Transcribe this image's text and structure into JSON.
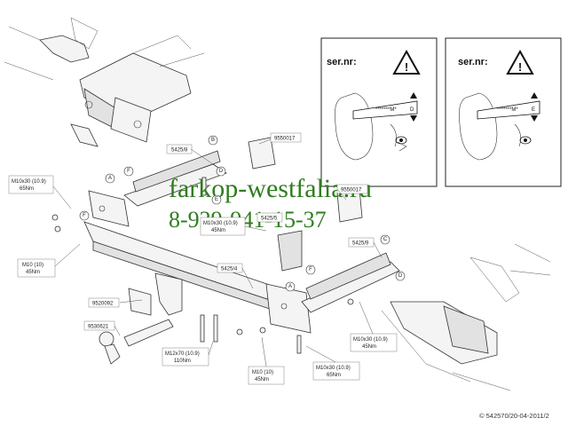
{
  "watermark": {
    "url": "farkop-westfalia.ru",
    "phone": "8-929-941-15-37"
  },
  "warning_panels": [
    {
      "title": "ser.nr:",
      "stamp_text": "*******M*",
      "stamp_letter": "D"
    },
    {
      "title": "ser.nr:",
      "stamp_text": "*******M*",
      "stamp_letter": "E"
    }
  ],
  "callouts": {
    "A": "A",
    "B": "B",
    "C": "C",
    "D": "D",
    "E": "E",
    "F": "F"
  },
  "part_numbers": {
    "p5425_8": "5425/8",
    "p9550017": "9550017",
    "p5425_4": "5425/4",
    "p5425_9": "5425/9",
    "p9520092": "9520092",
    "p9530621": "9530621",
    "p9550017b": "9550017",
    "p5425_5": "5425/5"
  },
  "bolt_specs": {
    "left_top": {
      "size": "M10x30 (10.9)",
      "torque": "65Nm"
    },
    "left_mid": {
      "size": "M10 (10)",
      "torque": "45Nm"
    },
    "center_top": {
      "size": "M10x30 (10.9)",
      "torque": "45Nm"
    },
    "bottom_ball": {
      "size": "M12x70 (10.9)",
      "torque": "110Nm"
    },
    "bottom_nut": {
      "size": "M10 (10)",
      "torque": "45Nm"
    },
    "bottom_bolt": {
      "size": "M10x30 (10.9)",
      "torque": "65Nm"
    },
    "right_bolt": {
      "size": "M10x30 (10.9)",
      "torque": "45Nm"
    }
  },
  "footer": {
    "copyright": "© 542570/20-04-2011/2"
  }
}
